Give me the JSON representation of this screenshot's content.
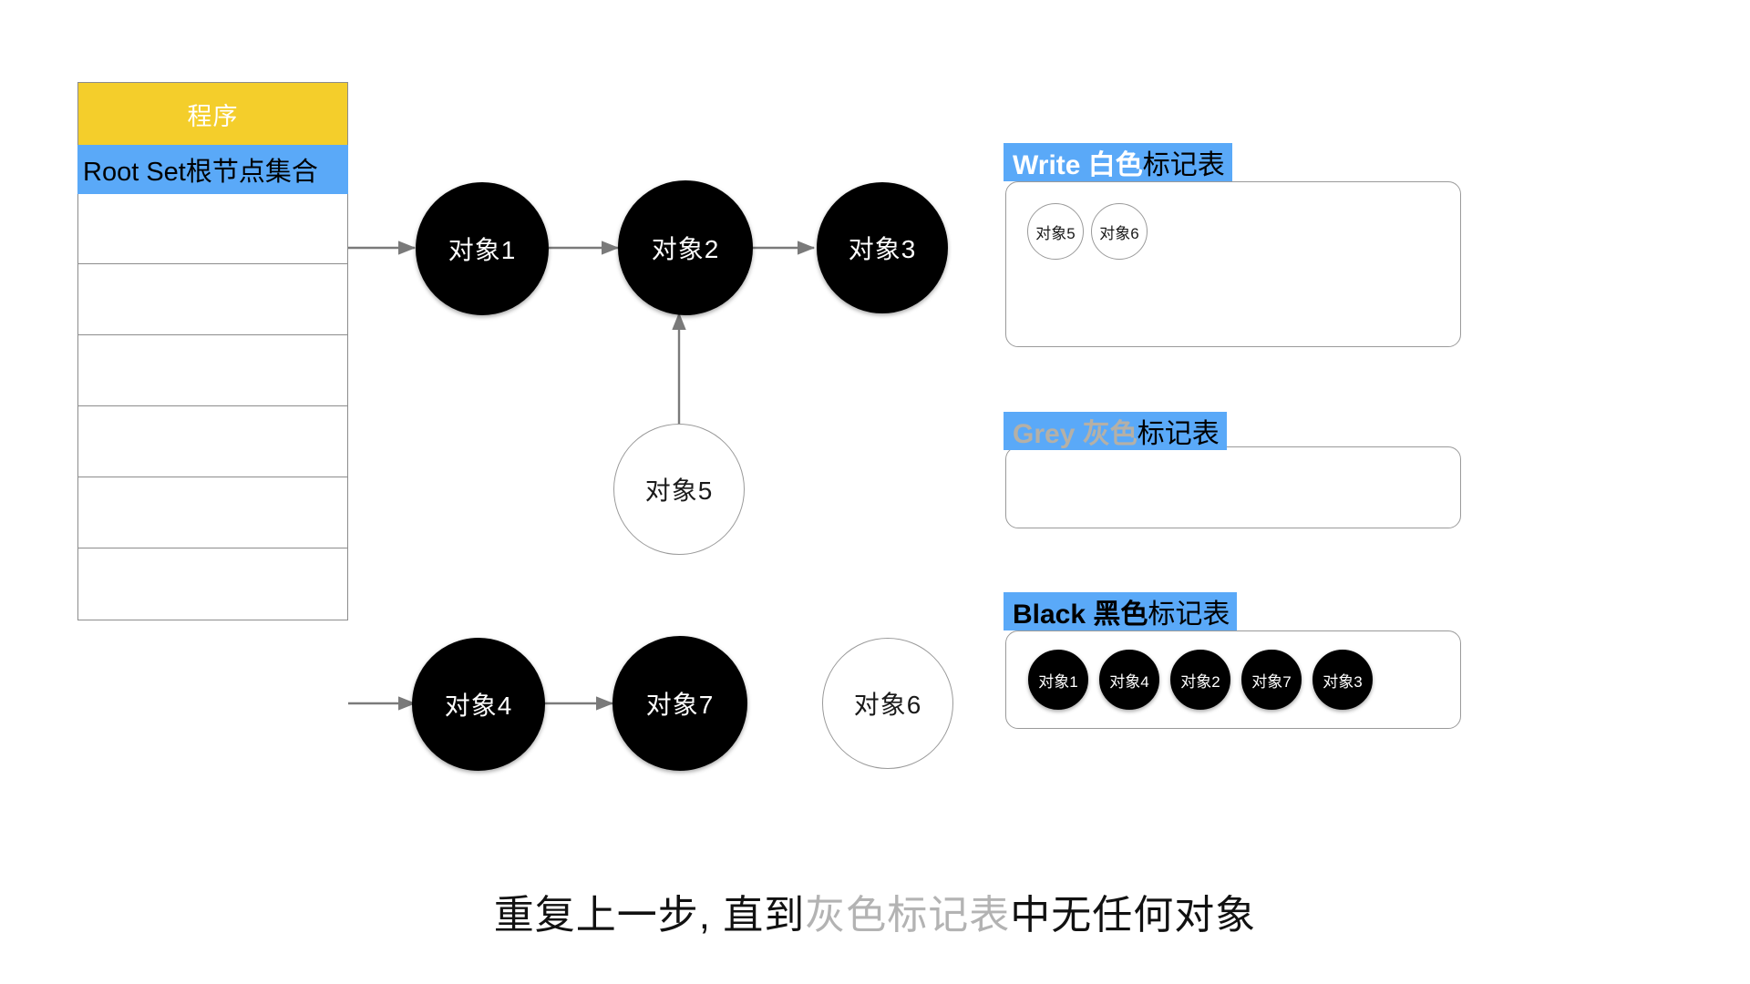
{
  "program": {
    "title": "程序",
    "root_set_label": "Root Set根节点集合",
    "row_count": 6,
    "header_color": "#f4ce2b",
    "root_set_color": "#5aa9f8"
  },
  "graph": {
    "nodes": [
      {
        "id": "obj1",
        "label": "对象1",
        "color": "black"
      },
      {
        "id": "obj2",
        "label": "对象2",
        "color": "black"
      },
      {
        "id": "obj3",
        "label": "对象3",
        "color": "black"
      },
      {
        "id": "obj5",
        "label": "对象5",
        "color": "white"
      },
      {
        "id": "obj4",
        "label": "对象4",
        "color": "black"
      },
      {
        "id": "obj7",
        "label": "对象7",
        "color": "black"
      },
      {
        "id": "obj6",
        "label": "对象6",
        "color": "white"
      }
    ],
    "edges": [
      {
        "from": "root-set",
        "to": "obj1"
      },
      {
        "from": "obj1",
        "to": "obj2"
      },
      {
        "from": "obj2",
        "to": "obj3"
      },
      {
        "from": "obj5",
        "to": "obj2"
      },
      {
        "from": "root-set",
        "to": "obj4"
      },
      {
        "from": "obj4",
        "to": "obj7"
      }
    ]
  },
  "mark_tables": [
    {
      "id": "white",
      "keyword": "Write 白色",
      "tail": "标记表",
      "keyword_color": "#ffffff",
      "items": [
        "对象5",
        "对象6"
      ]
    },
    {
      "id": "grey",
      "keyword": "Grey 灰色",
      "tail": "标记表",
      "keyword_color": "#b5b0a6",
      "items": []
    },
    {
      "id": "black",
      "keyword": "Black 黑色",
      "tail": "标记表",
      "keyword_color": "#000000",
      "items": [
        "对象1",
        "对象4",
        "对象2",
        "对象7",
        "对象3"
      ]
    }
  ],
  "caption": {
    "part1": "重复上一步, 直到",
    "highlight": "灰色标记表",
    "part2": "中无任何对象",
    "highlight_color": "#b3b3b3"
  }
}
